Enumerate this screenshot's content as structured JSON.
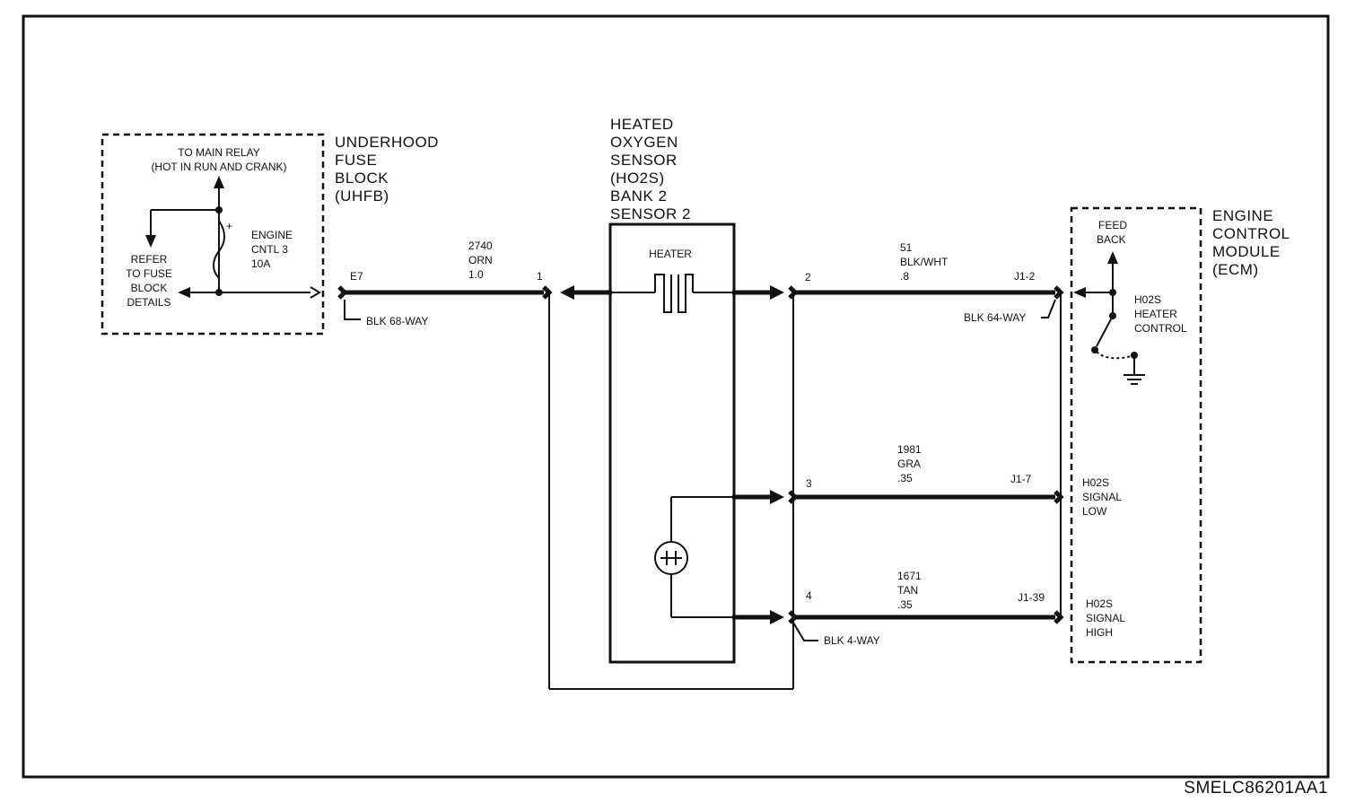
{
  "figure_id": "SMELC86201AA1",
  "uhfb": {
    "title": [
      "UNDERHOOD",
      "FUSE",
      "BLOCK",
      "(UHFB)"
    ],
    "to_main_relay": [
      "TO MAIN RELAY",
      "(HOT IN RUN AND CRANK)"
    ],
    "refer": [
      "REFER",
      "TO FUSE",
      "BLOCK",
      "DETAILS"
    ],
    "fuse": [
      "ENGINE",
      "CNTL 3",
      "10A"
    ],
    "terminal": "E7",
    "connector": "BLK 68-WAY"
  },
  "wire_2740": [
    "2740",
    "ORN",
    "1.0"
  ],
  "sensor": {
    "title": [
      "HEATED",
      "OXYGEN",
      "SENSOR",
      "(HO2S)",
      "BANK 2",
      "SENSOR 2"
    ],
    "heater": "HEATER",
    "pins": [
      "1",
      "2",
      "3",
      "4"
    ],
    "connector": "BLK 4-WAY"
  },
  "wire_51": [
    "51",
    "BLK/WHT",
    ".8"
  ],
  "wire_1981": [
    "1981",
    "GRA",
    ".35"
  ],
  "wire_1671": [
    "1671",
    "TAN",
    ".35"
  ],
  "ecm": {
    "title": [
      "ENGINE",
      "CONTROL",
      "MODULE",
      "(ECM)"
    ],
    "feedback": [
      "FEED",
      "BACK"
    ],
    "heater_control": [
      "H02S",
      "HEATER",
      "CONTROL"
    ],
    "signal_low": [
      "H02S",
      "SIGNAL",
      "LOW"
    ],
    "signal_high": [
      "H02S",
      "SIGNAL",
      "HIGH"
    ],
    "pins": [
      "J1-2",
      "J1-7",
      "J1-39"
    ],
    "connector": "BLK 64-WAY"
  }
}
